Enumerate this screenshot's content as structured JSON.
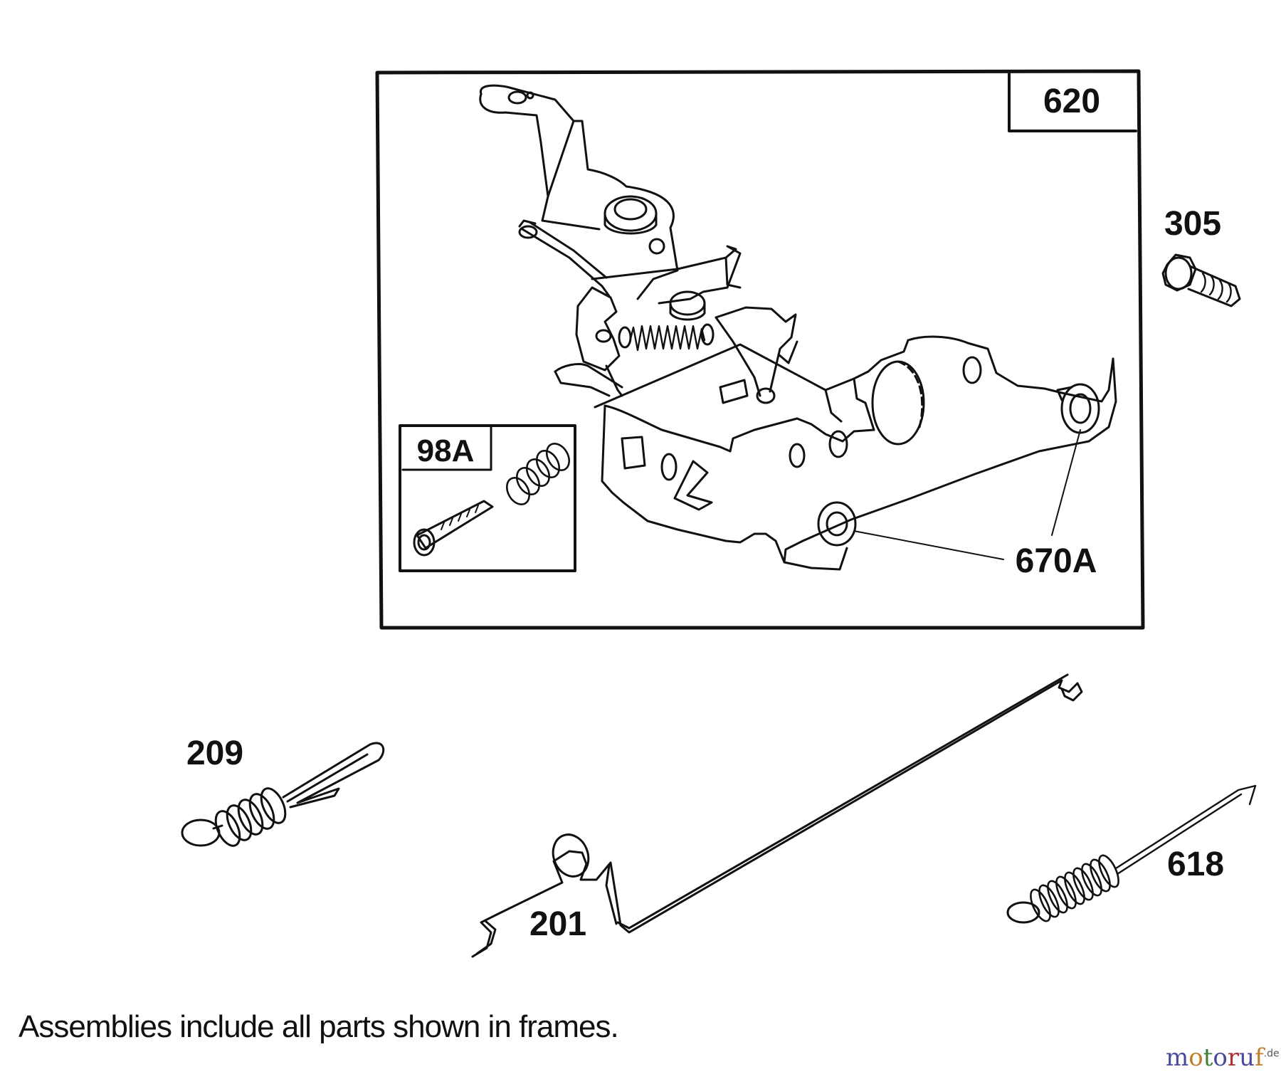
{
  "labels": {
    "assembly": "620",
    "bolt": "305",
    "spring_kit": "98A",
    "bushing": "670A",
    "governor_spring": "209",
    "governor_link": "201",
    "extension_spring": "618"
  },
  "caption": "Assemblies include all parts shown in frames.",
  "watermark": {
    "letters": [
      "m",
      "o",
      "t",
      "o",
      "r",
      "u",
      "f"
    ],
    "colors": [
      "#4a4a9c",
      "#c07d2a",
      "#3b7d3b",
      "#4a4a9c",
      "#b03030",
      "#4a4a9c",
      "#c07d2a"
    ],
    "suffix": ".de"
  },
  "icons": [
    "control-plate-icon",
    "bolt-icon",
    "spring-kit-icon",
    "governor-spring-icon",
    "governor-link-icon",
    "extension-spring-icon"
  ]
}
